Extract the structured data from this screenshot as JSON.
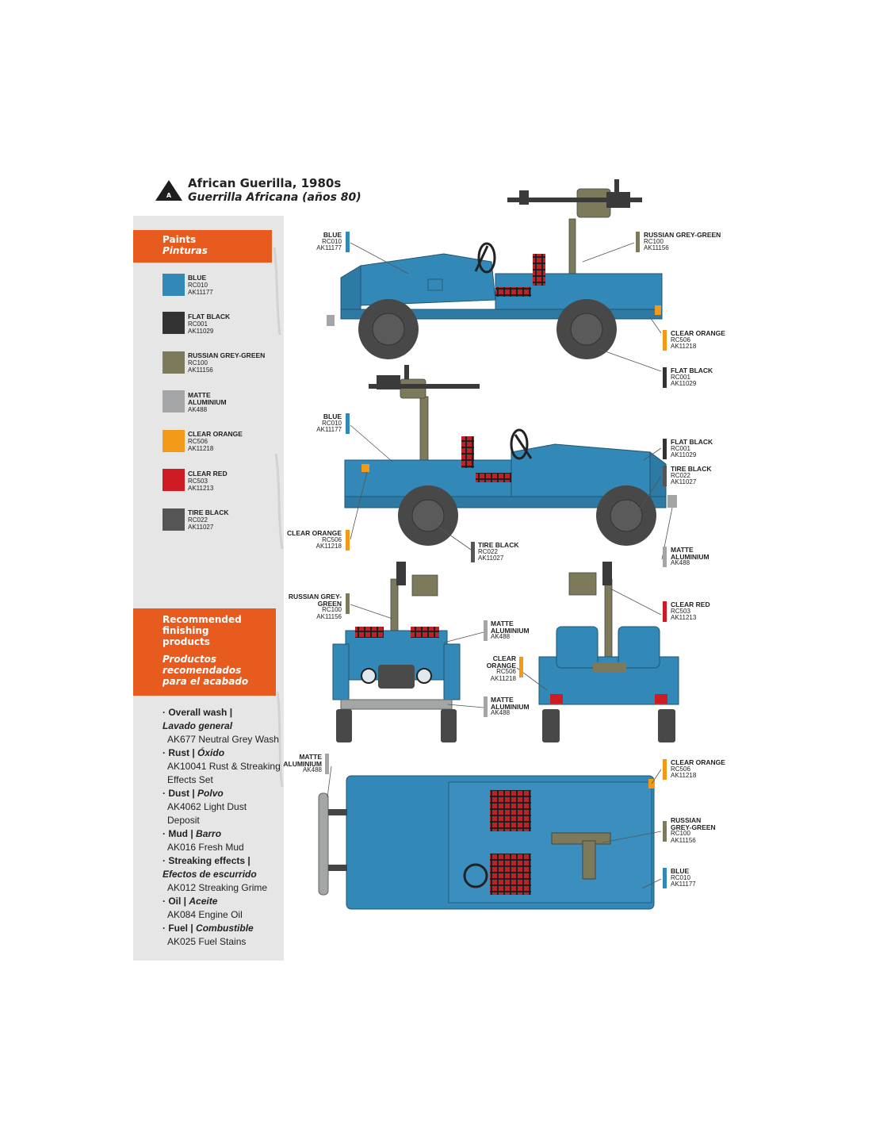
{
  "header": {
    "badge_letter": "A",
    "title_en": "African Guerilla, 1980s",
    "title_es": "Guerrilla Africana (años 80)"
  },
  "paints_box": {
    "en": "Paints",
    "es": "Pinturas"
  },
  "paints": [
    {
      "name": "BLUE",
      "code1": "RC010",
      "code2": "AK11177",
      "color": "#3289b8"
    },
    {
      "name": "FLAT BLACK",
      "code1": "RC001",
      "code2": "AK11029",
      "color": "#333333"
    },
    {
      "name": "RUSSIAN GREY-GREEN",
      "code1": "RC100",
      "code2": "AK11156",
      "color": "#7d7a5c"
    },
    {
      "name": "MATTE ALUMINIUM",
      "code1": "AK488",
      "code2": "",
      "color": "#a3a5a7"
    },
    {
      "name": "CLEAR ORANGE",
      "code1": "RC506",
      "code2": "AK11218",
      "color": "#f29a17"
    },
    {
      "name": "CLEAR RED",
      "code1": "RC503",
      "code2": "AK11213",
      "color": "#cf1b23"
    },
    {
      "name": "TIRE BLACK",
      "code1": "RC022",
      "code2": "AK11027",
      "color": "#555555"
    }
  ],
  "finishing_box": {
    "en1": "Recommended",
    "en2": "finishing",
    "en3": "products",
    "es1": "Productos",
    "es2": "recomendados",
    "es3": "para el acabado"
  },
  "finishing": [
    {
      "en": "Overall wash |",
      "es": "Lavado general",
      "product": "AK677 Neutral Grey Wash"
    },
    {
      "en": "Rust | ",
      "es": "Óxido",
      "product": "AK10041 Rust & Streaking",
      "product2": "Effects Set"
    },
    {
      "en": "Dust | ",
      "es": "Polvo",
      "product": "AK4062 Light Dust Deposit"
    },
    {
      "en": "Mud | ",
      "es": "Barro",
      "product": "AK016 Fresh Mud"
    },
    {
      "en": "Streaking effects |",
      "es": "Efectos de escurrido",
      "product": "AK012 Streaking Grime"
    },
    {
      "en": "Oil | ",
      "es": "Aceite",
      "product": "AK084 Engine Oil"
    },
    {
      "en": "Fuel | ",
      "es": "Combustible",
      "product": "AK025 Fuel Stains"
    }
  ],
  "callouts": {
    "v1_blue": {
      "name": "BLUE",
      "c1": "RC010",
      "c2": "AK11177",
      "color": "#3289b8"
    },
    "v1_rgg": {
      "name": "RUSSIAN GREY-GREEN",
      "c1": "RC100",
      "c2": "AK11156",
      "color": "#7d7a5c"
    },
    "v1_orange": {
      "name": "CLEAR ORANGE",
      "c1": "RC506",
      "c2": "AK11218",
      "color": "#f29a17"
    },
    "v1_black": {
      "name": "FLAT BLACK",
      "c1": "RC001",
      "c2": "AK11029",
      "color": "#333333"
    },
    "v2_blue": {
      "name": "BLUE",
      "c1": "RC010",
      "c2": "AK11177",
      "color": "#3289b8"
    },
    "v2_black": {
      "name": "FLAT BLACK",
      "c1": "RC001",
      "c2": "AK11029",
      "color": "#333333"
    },
    "v2_tire": {
      "name": "TIRE BLACK",
      "c1": "RC022",
      "c2": "AK11027",
      "color": "#555555"
    },
    "v2_orange": {
      "name": "CLEAR ORANGE",
      "c1": "RC506",
      "c2": "AK11218",
      "color": "#f29a17"
    },
    "v2_tire2": {
      "name": "TIRE BLACK",
      "c1": "RC022",
      "c2": "AK11027",
      "color": "#555555"
    },
    "v2_alu": {
      "name1": "MATTE",
      "name2": "ALUMINIUM",
      "c1": "AK488",
      "color": "#a3a5a7"
    },
    "v3_rgg": {
      "name": "RUSSIAN GREY-GREEN",
      "c1": "RC100",
      "c2": "AK11156",
      "color": "#7d7a5c"
    },
    "v3_alu": {
      "name1": "MATTE",
      "name2": "ALUMINIUM",
      "c1": "AK488",
      "color": "#a3a5a7"
    },
    "v3_orange": {
      "name1": "CLEAR",
      "name2": "ORANGE",
      "c1": "RC506",
      "c2": "AK11218",
      "color": "#f29a17"
    },
    "v3_alu2": {
      "name1": "MATTE",
      "name2": "ALUMINIUM",
      "c1": "AK488",
      "color": "#a3a5a7"
    },
    "v4_red": {
      "name": "CLEAR RED",
      "c1": "RC503",
      "c2": "AK11213",
      "color": "#cf1b23"
    },
    "v5_alu": {
      "name1": "MATTE",
      "name2": "ALUMINIUM",
      "c1": "AK488",
      "color": "#a3a5a7"
    },
    "v5_orange": {
      "name": "CLEAR ORANGE",
      "c1": "RC506",
      "c2": "AK11218",
      "color": "#f29a17"
    },
    "v5_rgg": {
      "name1": "RUSSIAN",
      "name2": "GREY-GREEN",
      "c1": "RC100",
      "c2": "AK11156",
      "color": "#7d7a5c"
    },
    "v5_blue": {
      "name": "BLUE",
      "c1": "RC010",
      "c2": "AK11177",
      "color": "#3289b8"
    }
  }
}
